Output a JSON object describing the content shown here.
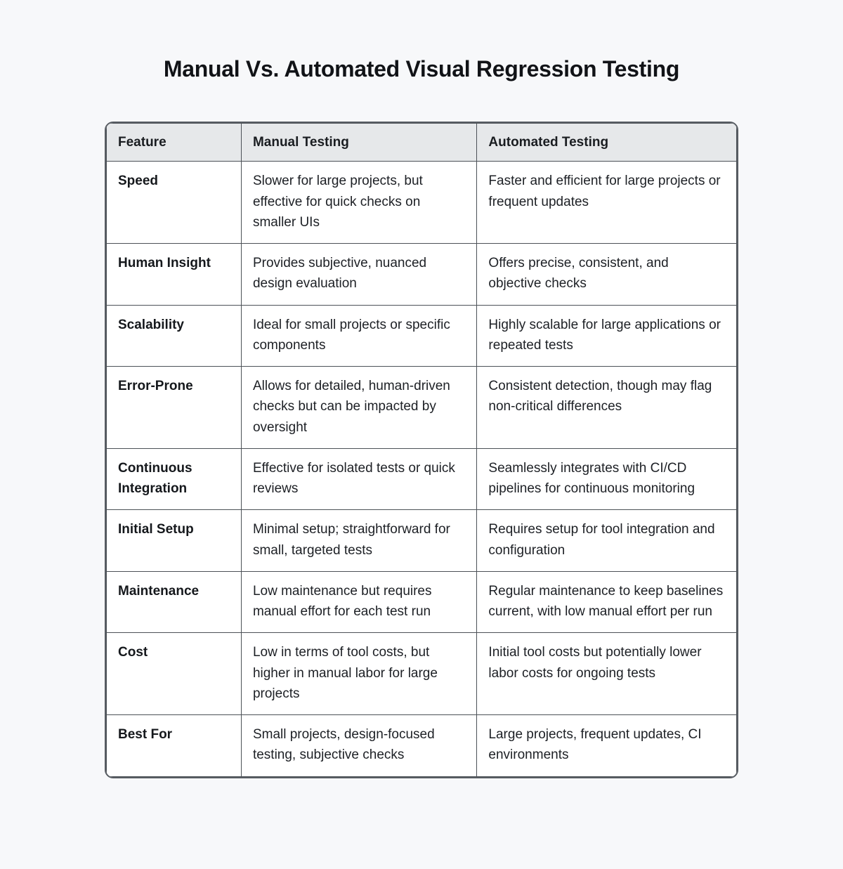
{
  "page": {
    "title": "Manual Vs. Automated Visual Regression Testing"
  },
  "colors": {
    "page_background": "#f7f8fa",
    "header_background": "#e6e8ea",
    "border": "#4c5157",
    "text": "#17191d"
  },
  "table": {
    "headers": [
      "Feature",
      "Manual Testing",
      "Automated Testing"
    ],
    "rows": [
      {
        "feature": "Speed",
        "manual": "Slower for large projects, but effective for quick checks on smaller UIs",
        "automated": "Faster and efficient for large projects or frequent updates"
      },
      {
        "feature": "Human Insight",
        "manual": "Provides subjective, nuanced design evaluation",
        "automated": "Offers precise, consistent, and objective checks"
      },
      {
        "feature": "Scalability",
        "manual": "Ideal for small projects or specific components",
        "automated": "Highly scalable for large applications or repeated tests"
      },
      {
        "feature": "Error-Prone",
        "manual": "Allows for detailed, human-driven checks but can be impacted by oversight",
        "automated": "Consistent detection, though may flag non-critical differences"
      },
      {
        "feature": "Continuous Integration",
        "manual": "Effective for isolated tests or quick reviews",
        "automated": "Seamlessly integrates with CI/CD pipelines for continuous monitoring"
      },
      {
        "feature": "Initial Setup",
        "manual": "Minimal setup; straightforward for small, targeted tests",
        "automated": "Requires setup for tool integration and configuration"
      },
      {
        "feature": "Maintenance",
        "manual": "Low maintenance but requires manual effort for each test run",
        "automated": "Regular maintenance to keep baselines current, with low manual effort per run"
      },
      {
        "feature": "Cost",
        "manual": "Low in terms of tool costs, but higher in manual labor for large projects",
        "automated": "Initial tool costs but potentially lower labor costs for ongoing tests"
      },
      {
        "feature": "Best For",
        "manual": "Small projects, design-focused testing, subjective checks",
        "automated": "Large projects, frequent updates, CI environments"
      }
    ]
  }
}
